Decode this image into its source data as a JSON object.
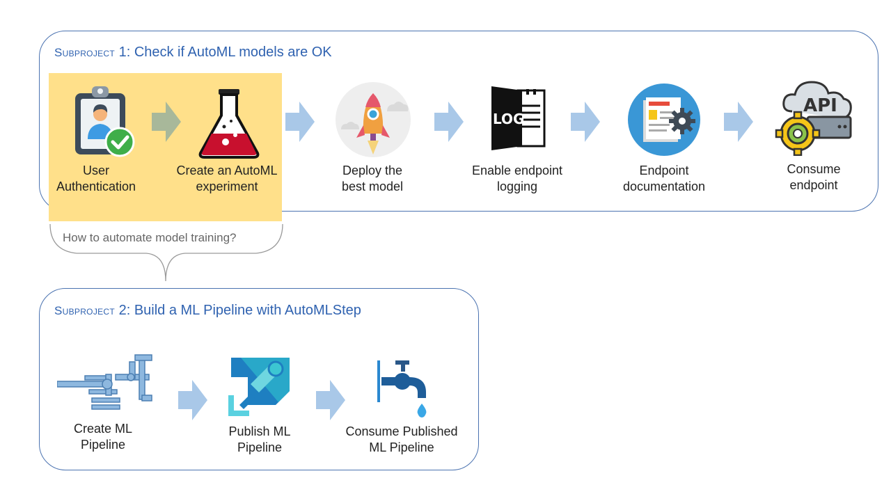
{
  "subproject1": {
    "prefix": "Subproject",
    "title": "1: Check if AutoML models are OK",
    "steps": [
      {
        "label": "User\nAuthentication",
        "icon": "user-authentication-icon"
      },
      {
        "label": "Create an AutoML\nexperiment",
        "icon": "flask-icon"
      },
      {
        "label": "Deploy the\nbest model",
        "icon": "rocket-icon"
      },
      {
        "label": "Enable endpoint\nlogging",
        "icon": "log-icon"
      },
      {
        "label": "Endpoint\ndocumentation",
        "icon": "documentation-icon"
      },
      {
        "label": "Consume\nendpoint",
        "icon": "api-icon"
      }
    ]
  },
  "brace": {
    "text": "How to automate model training?"
  },
  "subproject2": {
    "prefix": "Subproject",
    "title": "2: Build a ML Pipeline with AutoMLStep",
    "steps": [
      {
        "label": "Create ML\nPipeline",
        "icon": "pipes-icon"
      },
      {
        "label": "Publish ML\nPipeline",
        "icon": "azure-pipelines-icon"
      },
      {
        "label": "Consume Published\nML Pipeline",
        "icon": "faucet-icon"
      }
    ]
  },
  "colors": {
    "accent": "#2f62b0",
    "border": "#4a72b0",
    "highlight": "#ffe08a",
    "arrow": "#a9c8e8",
    "arrow_active": "#a8b89a"
  }
}
